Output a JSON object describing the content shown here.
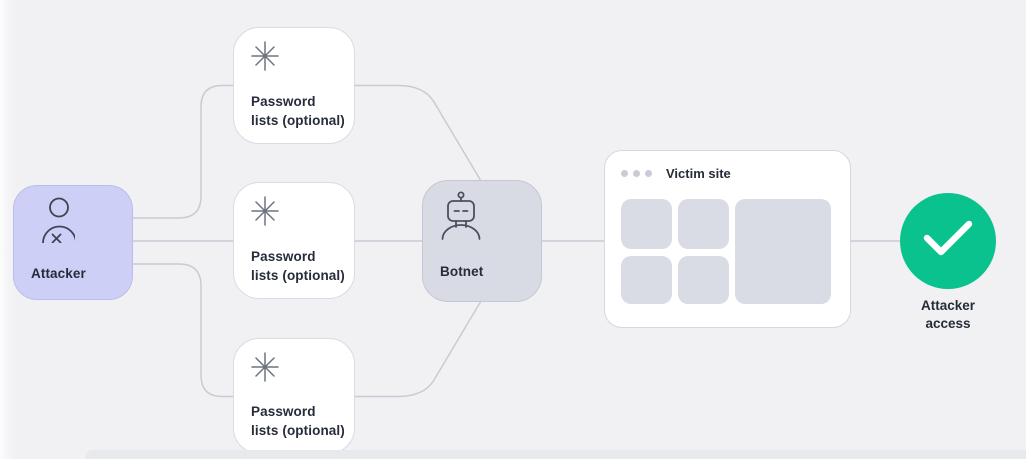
{
  "diagram_title": "credential-attack-flow",
  "nodes": {
    "attacker": {
      "label": "Attacker",
      "icon": "user-x-icon",
      "fill": "#cdcff6"
    },
    "password_lists": [
      {
        "line1": "Password",
        "line2": "lists (optional)",
        "icon": "asterisk-icon"
      },
      {
        "line1": "Password",
        "line2": "lists (optional)",
        "icon": "asterisk-icon"
      },
      {
        "line1": "Password",
        "line2": "lists (optional)",
        "icon": "asterisk-icon"
      }
    ],
    "botnet": {
      "label": "Botnet",
      "icon": "robot-icon",
      "fill": "#d8dbe3"
    },
    "victim": {
      "title": "Victim site",
      "tile_color": "#d9dce4",
      "browser_dots": 3
    },
    "access": {
      "line1": "Attacker",
      "line2": "access",
      "icon": "checkmark-icon",
      "fill": "#09c28d"
    }
  },
  "colors": {
    "background": "#f1f1f3",
    "connector": "#c8cad6",
    "label_text": "#262c39",
    "success_green": "#09c28d",
    "attacker_fill": "#cdcff6",
    "botnet_fill": "#d8dbe3"
  }
}
